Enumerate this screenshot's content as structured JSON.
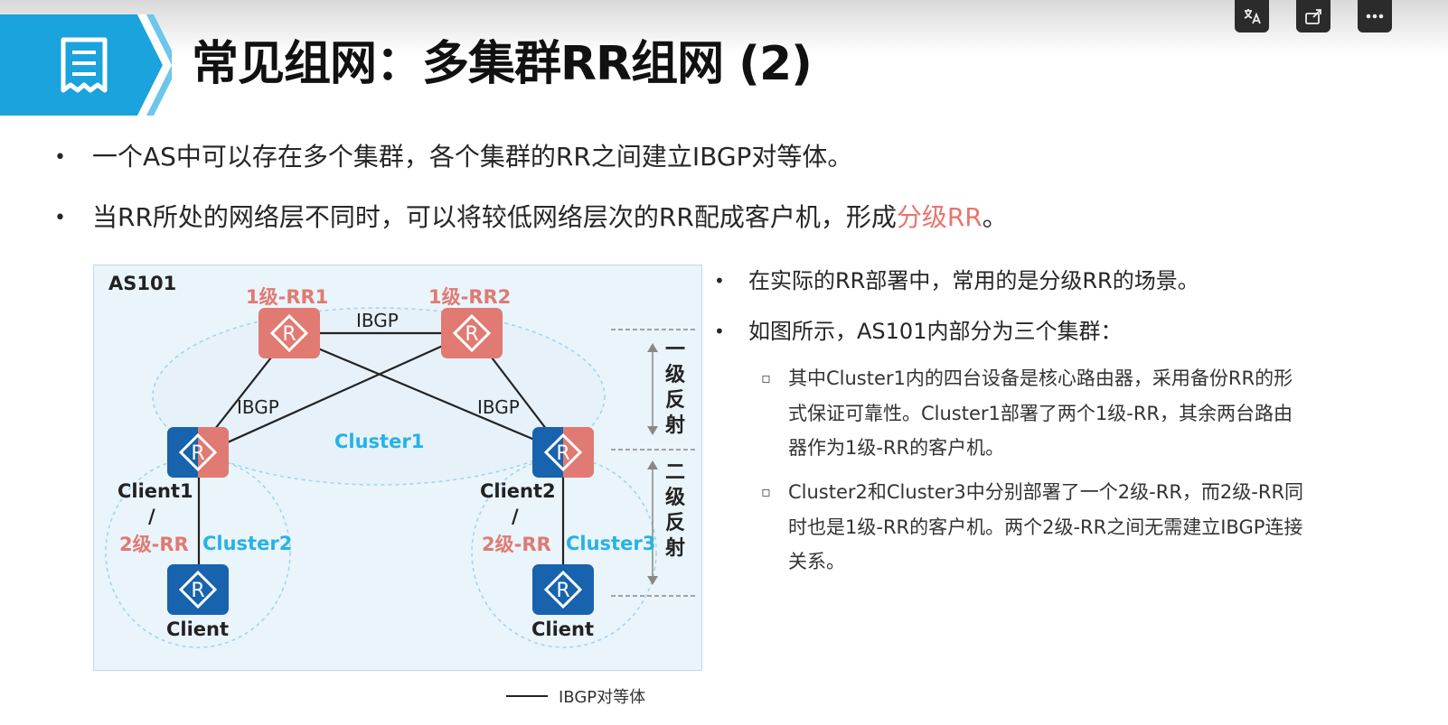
{
  "title": "常见组网：多集群RR组网 (2)",
  "toolbar": {
    "icons": [
      "translate-icon",
      "share-icon",
      "more-icon"
    ]
  },
  "bullets": [
    {
      "text": "一个AS中可以存在多个集群，各个集群的RR之间建立IBGP对等体。"
    },
    {
      "pre": "当RR所处的网络层不同时，可以将较低网络层次的RR配成客户机，形成",
      "highlight": "分级RR",
      "post": "。"
    }
  ],
  "diagram": {
    "as_label": "AS101",
    "rr1_label": "1级-RR1",
    "rr2_label": "1级-RR2",
    "ibgp_top": "IBGP",
    "ibgp_left": "IBGP",
    "ibgp_right": "IBGP",
    "cluster1": "Cluster1",
    "cluster2": "Cluster2",
    "cluster3": "Cluster3",
    "client1_name": "Client1",
    "client2_name": "Client2",
    "slash": "/",
    "rr2_level_left": "2级-RR",
    "rr2_level_right": "2级-RR",
    "client_left": "Client",
    "client_right": "Client",
    "level1": [
      "一",
      "级",
      "反",
      "射"
    ],
    "level2": [
      "二",
      "级",
      "反",
      "射"
    ],
    "colors": {
      "rr_red": "#e07a72",
      "router_blue": "#1763ad",
      "cluster_cyan": "#27b2e6"
    }
  },
  "right": {
    "bullets": [
      "在实际的RR部署中，常用的是分级RR的场景。",
      "如图所示，AS101内部分为三个集群："
    ],
    "sub1": [
      "其中Cluster1内的四台设备是核心路由器，采用备份RR的形",
      "式保证可靠性。Cluster1部署了两个1级-RR，其余两台路由",
      "器作为1级-RR的客户机。"
    ],
    "sub2": [
      "Cluster2和Cluster3中分别部署了一个2级-RR，而2级-RR同",
      "时也是1级-RR的客户机。两个2级-RR之间无需建立IBGP连接",
      "关系。"
    ]
  },
  "legend": {
    "label": "IBGP对等体"
  }
}
